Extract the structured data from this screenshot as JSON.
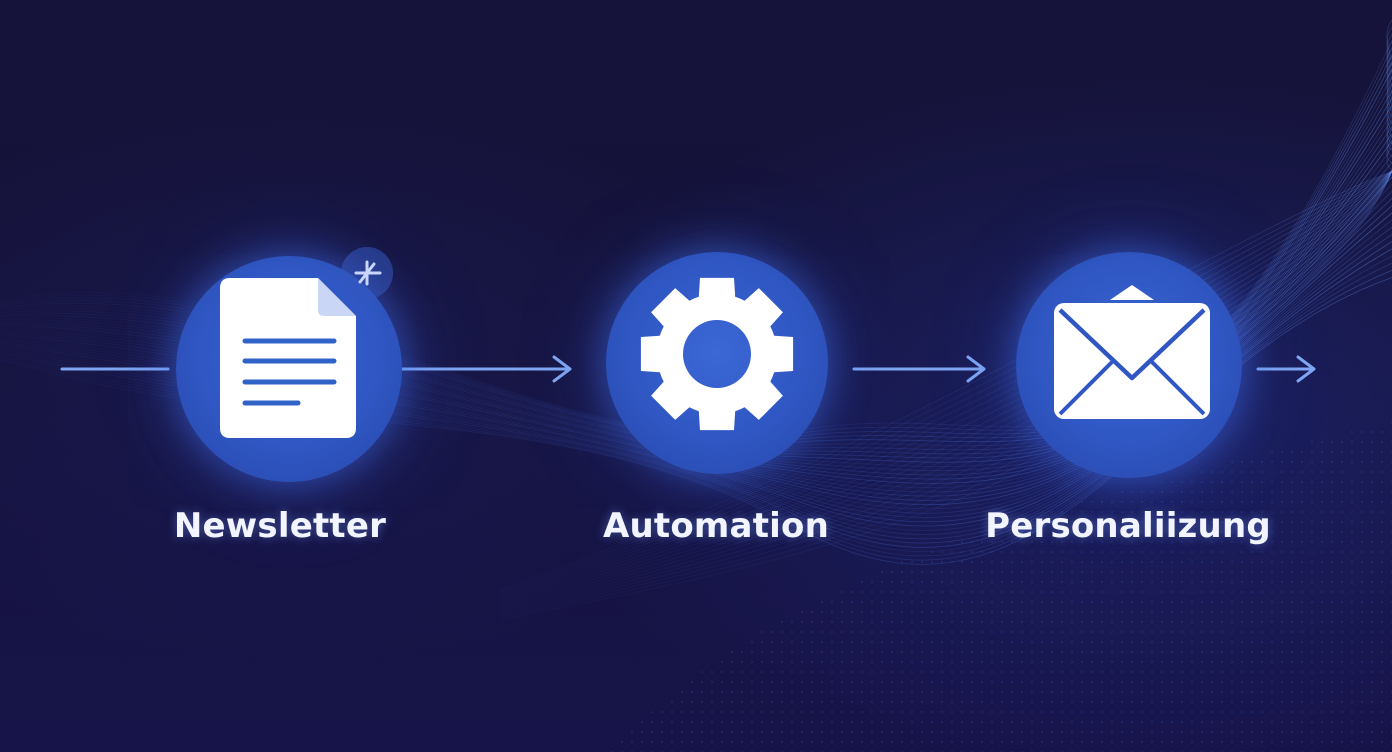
{
  "steps": [
    {
      "label": "Newsletter",
      "icon": "document-icon"
    },
    {
      "label": "Automation",
      "icon": "gear-icon"
    },
    {
      "label": "Personaliizung",
      "icon": "envelope-icon"
    }
  ],
  "colors": {
    "background": "#14123a",
    "node": "#2f56c2",
    "arrow": "#7fa6f2",
    "icon": "#ffffff",
    "text": "#f2f4ff"
  }
}
